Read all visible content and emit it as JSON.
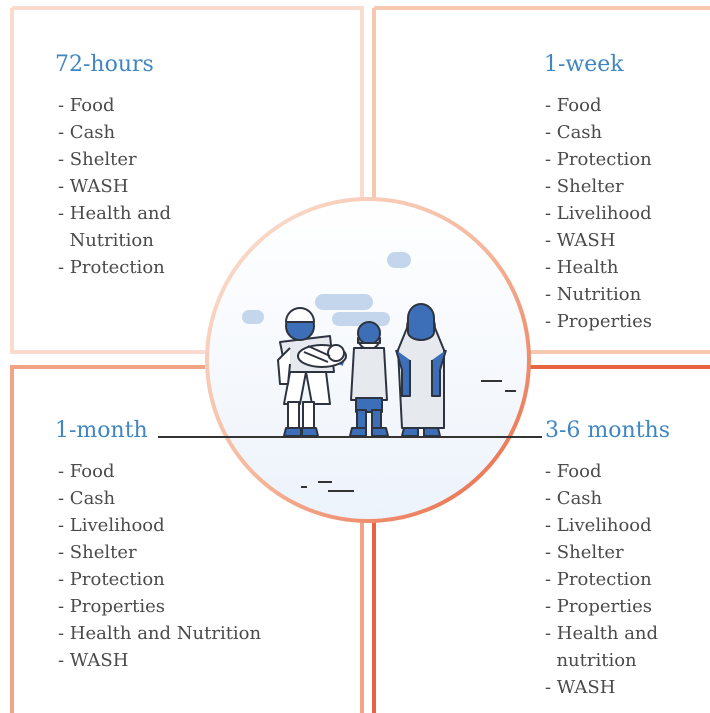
{
  "quadrants": [
    {
      "title": "72-hours",
      "items": [
        "- Food",
        "- Cash",
        "- Shelter",
        "- WASH",
        "- Health and",
        "  Nutrition",
        "- Protection"
      ]
    },
    {
      "title": "1-week",
      "items": [
        "- Food",
        "- Cash",
        "- Protection",
        "- Shelter",
        "- Livelihood",
        "- WASH",
        "- Health",
        "- Nutrition",
        "- Properties"
      ]
    },
    {
      "title": "1-month",
      "items": [
        "- Food",
        "- Cash",
        "- Livelihood",
        "- Shelter",
        "- Protection",
        "- Properties",
        "- Health and Nutrition",
        "- WASH"
      ]
    },
    {
      "title": "3-6 months",
      "items": [
        "- Food",
        "- Cash",
        "- Livelihood",
        "- Shelter",
        "- Protection",
        "- Properties",
        "- Health and",
        "  nutrition",
        "- WASH"
      ]
    }
  ],
  "colors": {
    "q1": "#f9dccd",
    "q2": "#f7c8b0",
    "q3": "#f0a485",
    "q4": "#e8633f",
    "title": "#3f86c2",
    "figure_blue": "#3d6fb8",
    "cloud": "#c4d6ec"
  }
}
